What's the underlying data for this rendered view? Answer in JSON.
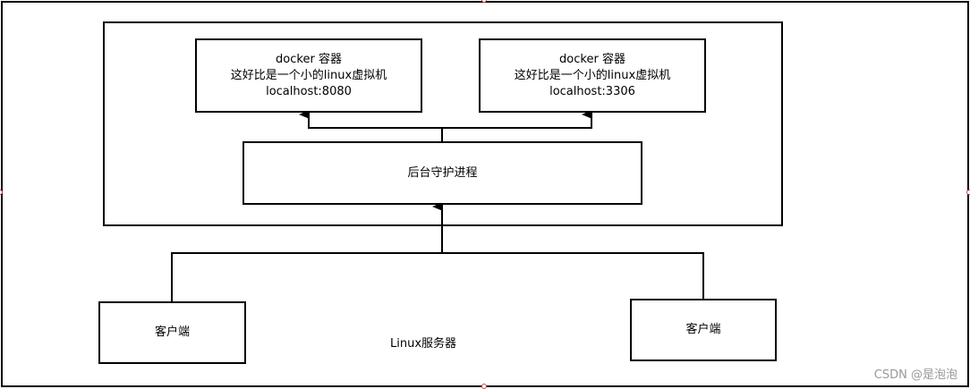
{
  "server": {
    "label": "Linux服务器"
  },
  "containers": [
    {
      "lines": [
        "docker 容器",
        "这好比是一个小的linux虚拟机",
        "localhost:8080"
      ]
    },
    {
      "lines": [
        "docker 容器",
        "这好比是一个小的linux虚拟机",
        "localhost:3306"
      ]
    }
  ],
  "daemon": {
    "label": "后台守护进程"
  },
  "clients": [
    {
      "label": "客户端"
    },
    {
      "label": "客户端"
    }
  ],
  "watermark": "CSDN @是泡泡"
}
